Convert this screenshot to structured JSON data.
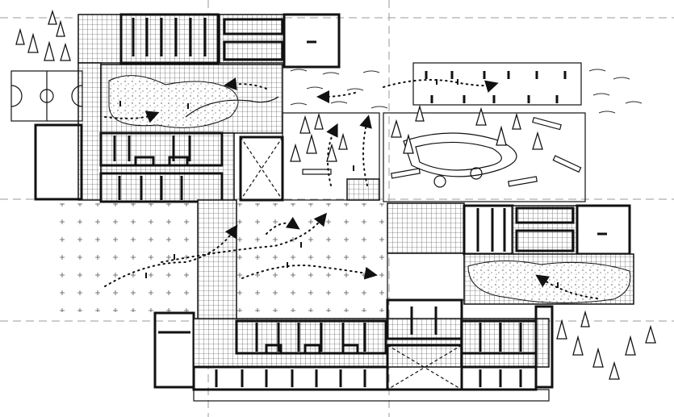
{
  "drawing": {
    "type": "architectural site plan sketch",
    "line_color": "#111111",
    "background": "#ffffff",
    "elements": [
      {
        "name": "grid-paved-walkway",
        "kind": "hatched corridor"
      },
      {
        "name": "sports-court",
        "kind": "basketball court"
      },
      {
        "name": "courtyard-garden",
        "kind": "stippled landscape"
      },
      {
        "name": "tree-cluster",
        "kind": "trees"
      },
      {
        "name": "pedestrian-path",
        "kind": "dotted arrow path"
      },
      {
        "name": "open-field",
        "kind": "plus-pattern lawn"
      },
      {
        "name": "water-area",
        "kind": "wave lines"
      },
      {
        "name": "classroom-blocks",
        "kind": "building units"
      },
      {
        "name": "void-atrium",
        "kind": "crossed rectangle"
      }
    ]
  }
}
